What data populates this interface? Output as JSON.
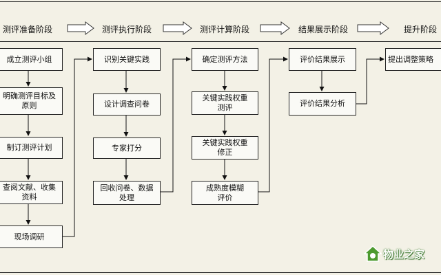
{
  "stages": {
    "s1": "测评准备阶段",
    "s2": "测评执行阶段",
    "s3": "测评计算阶段",
    "s4": "结果展示阶段",
    "s5": "提升阶段"
  },
  "col1": {
    "b1": "成立测评小组",
    "b2": "明确测评目标及\n原则",
    "b3": "制订测评计划",
    "b4": "查阅文献、收集\n资料",
    "b5": "现场调研"
  },
  "col2": {
    "b1": "识别关键实践",
    "b2": "设计调查问卷",
    "b3": "专家打分",
    "b4": "回收问卷、数据\n处理"
  },
  "col3": {
    "b1": "确定测评方法",
    "b2": "关键实践权重\n测评",
    "b3": "关键实践权重\n修正",
    "b4": "成熟度模糊\n评价"
  },
  "col4": {
    "b1": "评价结果展示",
    "b2": "评价结果分析"
  },
  "col5": {
    "b1": "提出调整策略"
  },
  "watermark": {
    "text": "物业之家",
    "logo_icon": "house-logo-icon",
    "color": "#4c9a2f"
  }
}
